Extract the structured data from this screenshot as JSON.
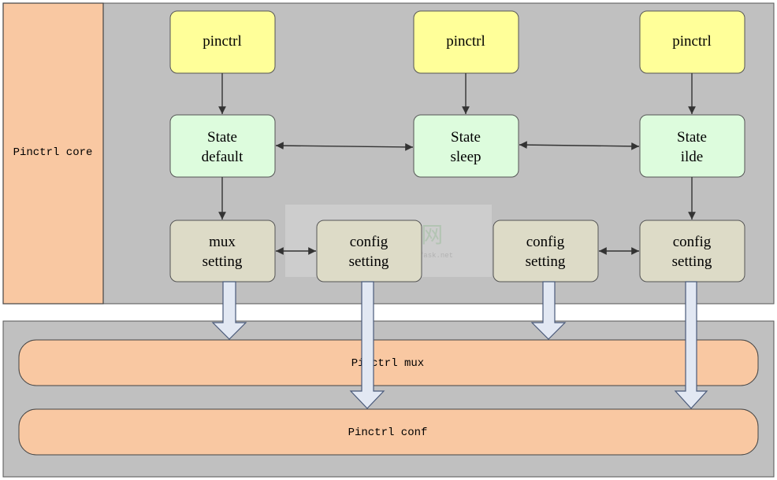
{
  "colors": {
    "panel_gray": "#c0c0c0",
    "core_orange": "#f9c8a2",
    "pinctrl_yellow": "#ffff99",
    "state_green": "#ddfcdd",
    "setting_olive": "#dddbc7",
    "arrow_fill": "#e2e8f3",
    "line": "#333333"
  },
  "core": {
    "label": "Pinctrl core"
  },
  "pinctrl_nodes": [
    {
      "label": "pinctrl"
    },
    {
      "label": "pinctrl"
    },
    {
      "label": "pinctrl"
    }
  ],
  "state_nodes": [
    {
      "line1": "State",
      "line2": "default"
    },
    {
      "line1": "State",
      "line2": "sleep"
    },
    {
      "line1": "State",
      "line2": "ilde"
    }
  ],
  "setting_nodes": [
    {
      "line1": "mux",
      "line2": "setting"
    },
    {
      "line1": "config",
      "line2": "setting"
    },
    {
      "line1": "config",
      "line2": "setting"
    },
    {
      "line1": "config",
      "line2": "setting"
    }
  ],
  "bottom": {
    "mux_label": "Pinctrl mux",
    "conf_label": "Pinctrl conf"
  },
  "watermark": {
    "text": "OO吉问网",
    "sub": "www.ofask.net"
  }
}
